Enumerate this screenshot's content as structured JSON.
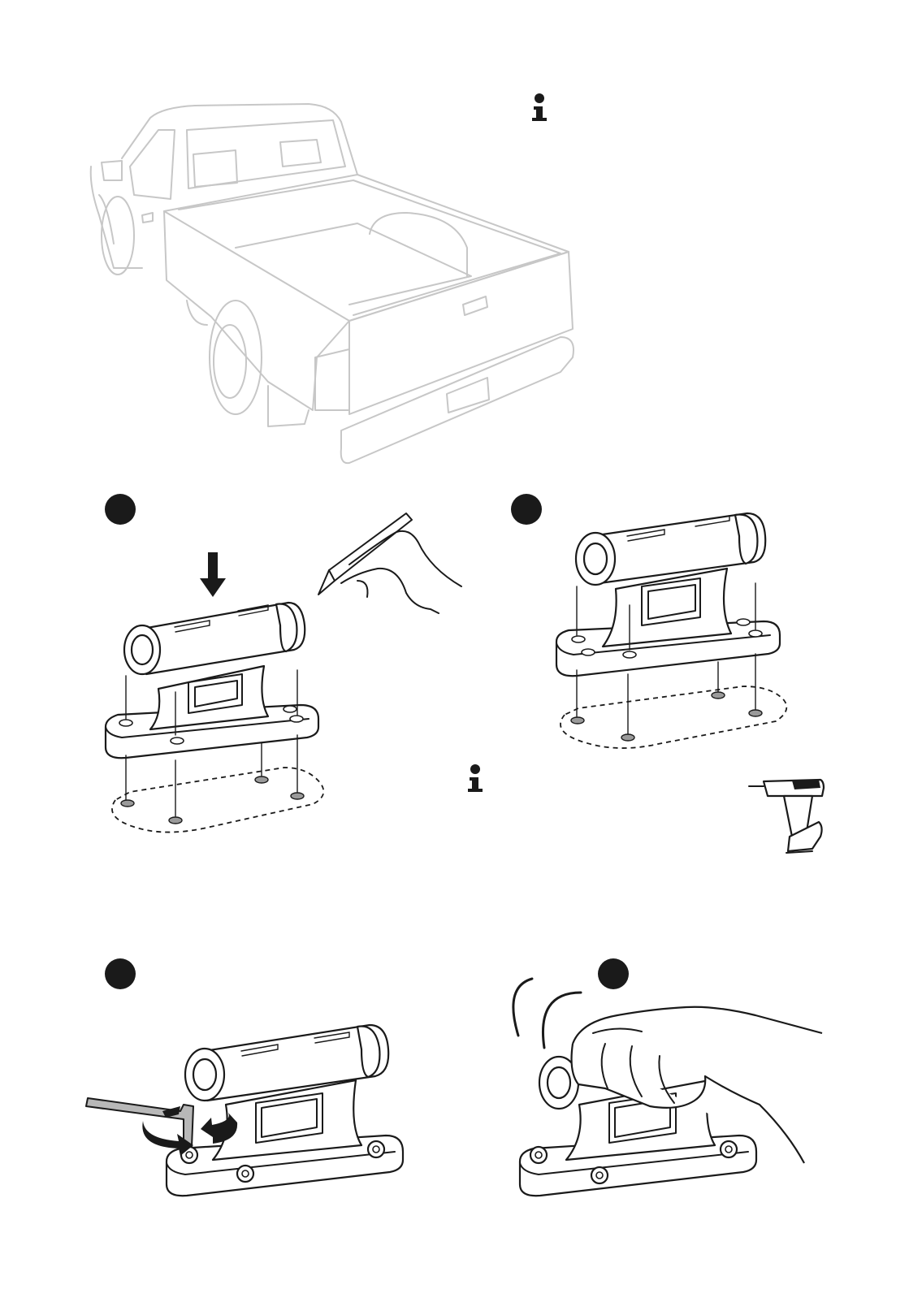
{
  "figure": {
    "kind": "installation-instructions",
    "panels": [
      {
        "id": "overview",
        "icons": [
          "pickup-truck-illustration",
          "info-icon"
        ]
      },
      {
        "id": "step-1",
        "icons": [
          "step-number-badge",
          "down-arrow-icon",
          "pencil-hand-icon",
          "fork-mount-illustration"
        ]
      },
      {
        "id": "step-2",
        "icons": [
          "step-number-badge",
          "fork-mount-illustration",
          "info-icon",
          "power-drill-icon"
        ]
      },
      {
        "id": "step-3",
        "icons": [
          "step-number-badge",
          "hex-key-icon",
          "rotate-arrows-icon",
          "fork-mount-illustration"
        ]
      },
      {
        "id": "step-4",
        "icons": [
          "step-number-badge",
          "hand-icon",
          "motion-lines-icon",
          "fork-mount-illustration"
        ]
      }
    ]
  },
  "colors": {
    "ink": "#1a1a1a",
    "truck_outline": "#c7c7c7",
    "background": "#ffffff"
  }
}
